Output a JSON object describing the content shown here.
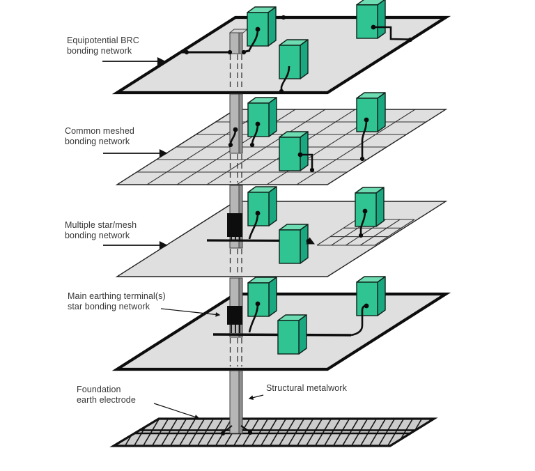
{
  "diagram": {
    "labels": {
      "brc": {
        "line1": "Equipotential BRC",
        "line2": "bonding network"
      },
      "meshed": {
        "line1": "Common meshed",
        "line2": "bonding network"
      },
      "star_mesh": {
        "line1": "Multiple star/mesh",
        "line2": "bonding network"
      },
      "main_terminal": {
        "line1": "Main earthing terminal(s)",
        "line2": "star bonding network"
      },
      "foundation": {
        "line1": "Foundation",
        "line2": "earth electrode"
      },
      "structural": {
        "text": "Structural metalwork"
      }
    }
  },
  "colors": {
    "plate_fill": "#dfdfdf",
    "outline": "#0d0d0d",
    "box_front": "#30c492",
    "box_top": "#6edcb2",
    "box_side": "#1aa880",
    "column_body": "#b6b6b6",
    "column_shade": "#8f8f8f",
    "column_cap": "#d3d3d3",
    "slab_fill": "#cccccc",
    "label_text": "#363636"
  }
}
